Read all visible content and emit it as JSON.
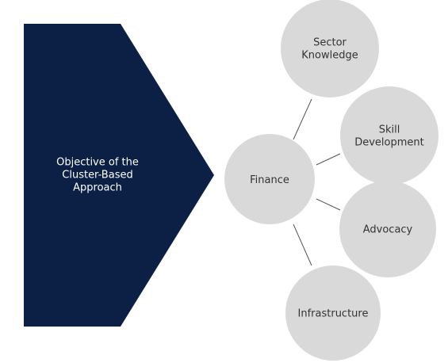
{
  "colors": {
    "chevron": "#0c2046",
    "circle": "#d9d9d9",
    "connector": "#555555",
    "node_text": "#333333",
    "chevron_text": "#ffffff"
  },
  "chevron": {
    "lines": [
      "Objective of the",
      "Cluster-Based",
      "Approach"
    ]
  },
  "hub": {
    "label": "Finance"
  },
  "nodes": [
    {
      "id": "sector-knowledge",
      "lines": [
        "Sector",
        "Knowledge"
      ]
    },
    {
      "id": "skill-development",
      "lines": [
        "Skill",
        "Development"
      ]
    },
    {
      "id": "advocacy",
      "lines": [
        "Advocacy"
      ]
    },
    {
      "id": "infrastructure",
      "lines": [
        "Infrastructure"
      ]
    }
  ]
}
